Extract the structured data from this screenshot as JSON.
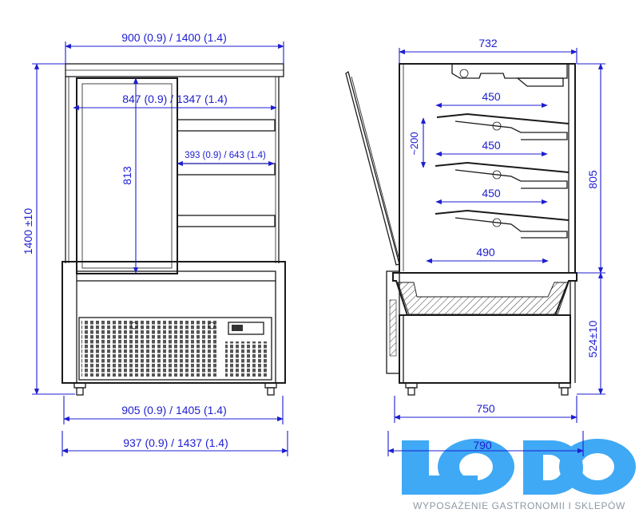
{
  "front_view": {
    "width_top": "900 (0.9) / 1400 (1.4)",
    "width_inner": "847 (0.9) / 1347 (1.4)",
    "shelf_depth": "393 (0.9) / 643 (1.4)",
    "glass_height": "813",
    "total_height": "1400 ±10",
    "width_base": "905 (0.9) / 1405 (1.4)",
    "width_total": "937 (0.9) / 1437 (1.4)"
  },
  "side_view": {
    "depth_top": "732",
    "shelf_1": "450",
    "shelf_2": "450",
    "shelf_3": "450",
    "shelf_gap": "~200",
    "upper_height": "805",
    "base_shelf": "490",
    "base_height": "524±10",
    "depth_base": "750",
    "depth_total": "790"
  },
  "logo": {
    "brand": "LODO",
    "tagline": "WYPOSAŻENIE GASTRONOMII I SKLEPÓW",
    "color": "#3fa9f5"
  },
  "colors": {
    "dimension": "#1d1dd1",
    "outline": "#1a1a1a"
  }
}
